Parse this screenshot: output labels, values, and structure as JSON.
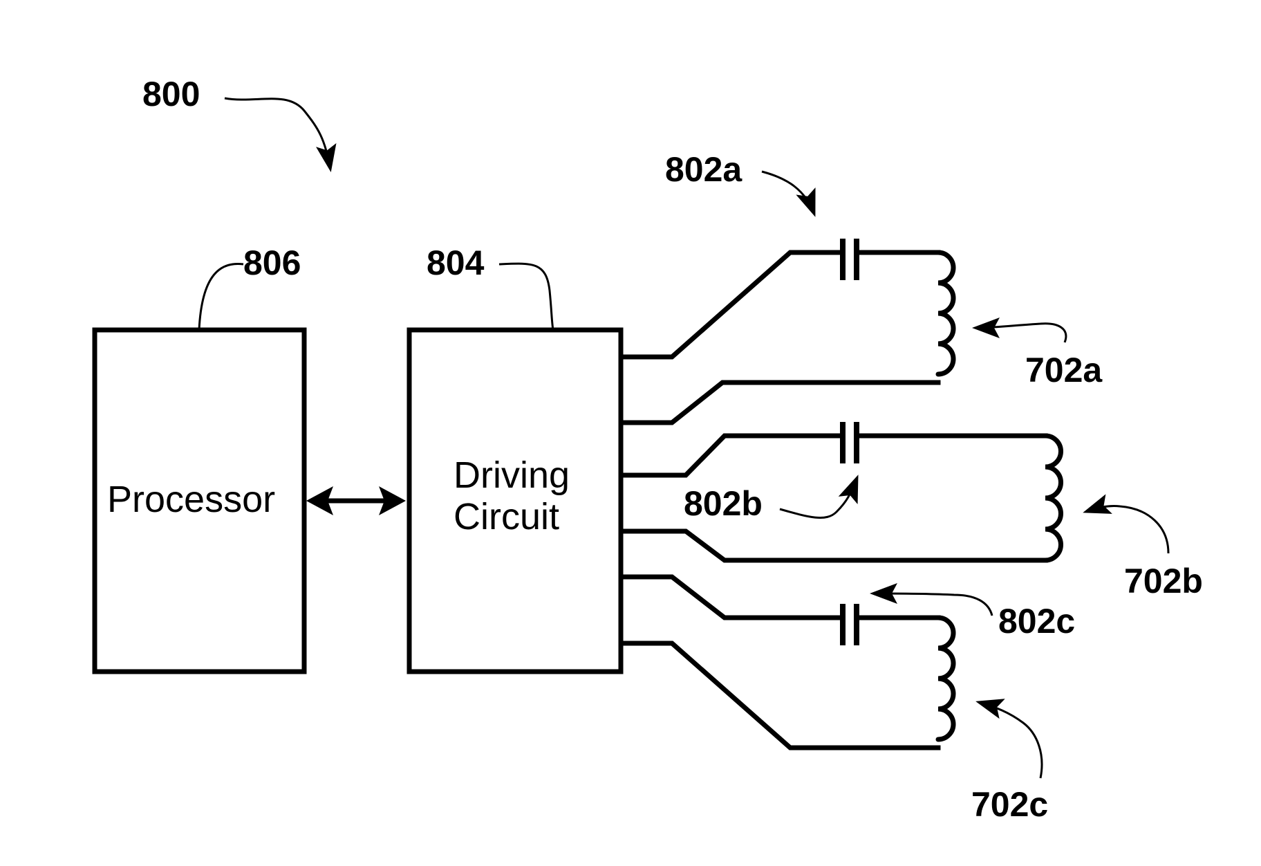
{
  "figure": {
    "system_ref": "800",
    "processor": {
      "ref": "806",
      "label": "Processor"
    },
    "driving_circuit": {
      "ref": "804",
      "label_line1": "Driving",
      "label_line2": "Circuit"
    },
    "capacitors": [
      {
        "ref": "802a"
      },
      {
        "ref": "802b"
      },
      {
        "ref": "802c"
      }
    ],
    "coils": [
      {
        "ref": "702a"
      },
      {
        "ref": "702b"
      },
      {
        "ref": "702c"
      }
    ]
  },
  "colors": {
    "ink": "#000000",
    "background": "#ffffff"
  }
}
